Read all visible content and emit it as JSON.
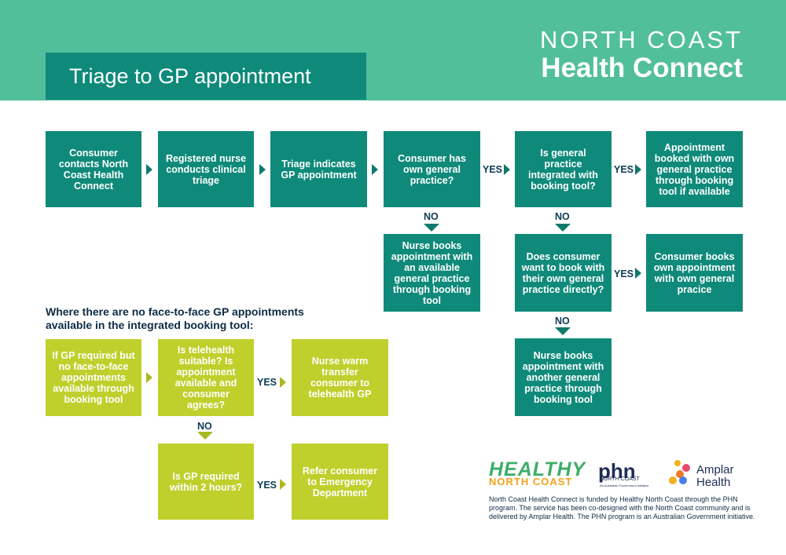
{
  "header": {
    "title": "Triage to GP appointment",
    "brand_line1": "NORTH COAST",
    "brand_line2": "Health Connect"
  },
  "flow": {
    "b1": "Consumer contacts North Coast Health Connect",
    "b2": "Registered nurse conducts clinical triage",
    "b3": "Triage indicates GP appointment",
    "b4": "Consumer has own general practice?",
    "b5": "Is general practice integrated with booking tool?",
    "b6": "Appointment booked with own general practice through booking tool if available",
    "b7": "Nurse books appointment with an available general practice through booking tool",
    "b8": "Does consumer want to book with their own general practice directly?",
    "b9": "Consumer books own appointment with own general pracice",
    "b10": "Nurse books appointment with another general practice through booking tool"
  },
  "section_heading": "Where there are no face-to-face GP appointments available in the integrated booking tool:",
  "sub_flow": {
    "g1": "If GP required but no face-to-face appointments available through booking tool",
    "g2": "Is telehealth suitable? Is appointment available and consumer agrees?",
    "g3": "Nurse warm transfer consumer to telehealth GP",
    "g4": "Is GP required within 2 hours?",
    "g5": "Refer consumer to Emergency Department"
  },
  "labels": {
    "yes": "YES",
    "no": "NO"
  },
  "footer": {
    "logo_hnc_line1": "HEALTHY",
    "logo_hnc_line2": "NORTH COAST",
    "logo_phn": "phn",
    "logo_phn_sub": "NORTH COAST",
    "logo_phn_sub2": "An Australian Government Initiative",
    "logo_amplar_line1": "Amplar",
    "logo_amplar_line2": "Health",
    "funding_text": "North Coast Health Connect is funded by Healthy North Coast through the PHN program. The service has been co-designed with the North Coast community and is delivered by Amplar Health. The PHN program is an Australian Government initiative."
  },
  "colors": {
    "header": "#52bf9b",
    "teal": "#0f8a7a",
    "lime": "#bfd02c",
    "navy": "#0d2b45"
  }
}
